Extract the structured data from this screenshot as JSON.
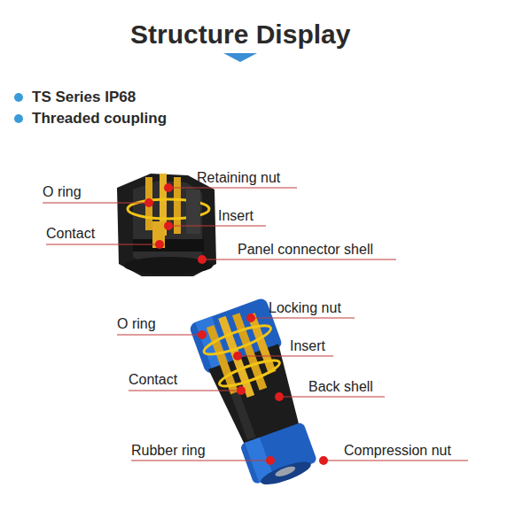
{
  "diagram": {
    "title": "Structure Display",
    "labels": [
      "TS Series IP68",
      "Threaded coupling",
      "O ring",
      "Retaining nut",
      "Insert",
      "Contact",
      "Panel connector shell",
      "O ring",
      "Locking nut",
      "Insert",
      "Contact",
      "Back shell",
      "Rubber ring",
      "Compression nut"
    ]
  }
}
